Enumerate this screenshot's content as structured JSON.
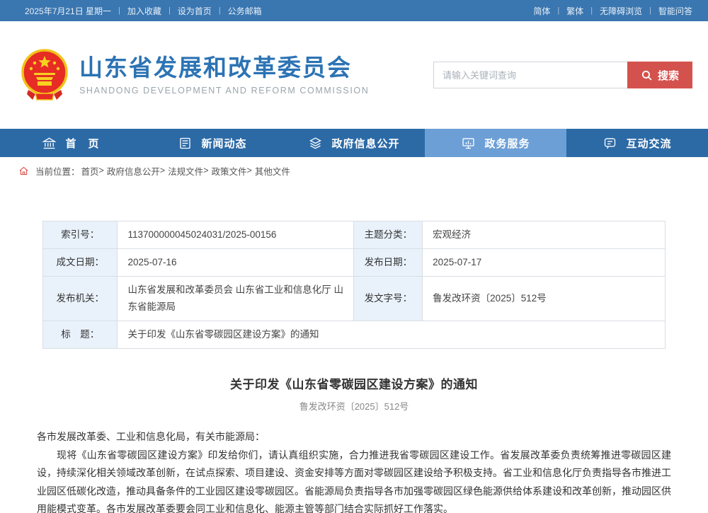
{
  "topbar": {
    "date": "2025年7月21日 星期一",
    "separator": "|",
    "add_favorite": "加入收藏",
    "set_homepage": "设为首页",
    "official_mail": "公务邮箱",
    "simplified": "简体",
    "traditional": "繁体",
    "accessibility": "无障碍浏览",
    "smart_qa": "智能问答"
  },
  "header": {
    "site_title": "山东省发展和改革委员会",
    "site_subtitle": "SHANDONG DEVELOPMENT AND REFORM COMMISSION",
    "search_placeholder": "请输入关键词查询",
    "search_button": "搜索"
  },
  "nav": {
    "items": [
      {
        "label": "首　页",
        "icon": "bank-icon"
      },
      {
        "label": "新闻动态",
        "icon": "news-icon"
      },
      {
        "label": "政府信息公开",
        "icon": "layers-icon"
      },
      {
        "label": "政务服务",
        "icon": "monitor-icon"
      },
      {
        "label": "互动交流",
        "icon": "chat-icon"
      }
    ],
    "active_item": "政务服务"
  },
  "breadcrumb": {
    "prefix": "当前位置：",
    "separator": ">",
    "items": [
      "首页",
      "政府信息公开",
      "法规文件",
      "政策文件",
      "其他文件"
    ]
  },
  "meta_table": {
    "index_label": "索引号：",
    "index_value": "113700000045024031/2025-00156",
    "category_label": "主题分类：",
    "category_value": "宏观经济",
    "written_date_label": "成文日期：",
    "written_date_value": "2025-07-16",
    "publish_date_label": "发布日期：",
    "publish_date_value": "2025-07-17",
    "agency_label": "发布机关：",
    "agency_value": "山东省发展和改革委员会 山东省工业和信息化厅 山东省能源局",
    "doc_number_label": "发文字号：",
    "doc_number_value": "鲁发改环资〔2025〕512号",
    "title_label": "标　题：",
    "title_value": "关于印发《山东省零碳园区建设方案》的通知"
  },
  "article": {
    "title": "关于印发《山东省零碳园区建设方案》的通知",
    "doc_number": "鲁发改环资〔2025〕512号",
    "salutation": "各市发展改革委、工业和信息化局，有关市能源局：",
    "body": "现将《山东省零碳园区建设方案》印发给你们，请认真组织实施，合力推进我省零碳园区建设工作。省发展改革委负责统筹推进零碳园区建设，持续深化相关领域改革创新，在试点探索、项目建设、资金安排等方面对零碳园区建设给予积极支持。省工业和信息化厅负责指导各市推进工业园区低碳化改造，推动具备条件的工业园区建设零碳园区。省能源局负责指导各市加强零碳园区绿色能源供给体系建设和改革创新，推动园区供用能模式变革。各市发展改革委要会同工业和信息化、能源主管等部门结合实际抓好工作落实。"
  },
  "colors": {
    "topbar_blue": "#3a76b0",
    "nav_blue": "#2c6aa6",
    "nav_active_blue": "#6c9fd6",
    "brand_blue": "#2c73b4",
    "search_red": "#d4524e",
    "table_label_bg": "#e9f2fb",
    "breadcrumb_home_red": "#d9534f"
  }
}
